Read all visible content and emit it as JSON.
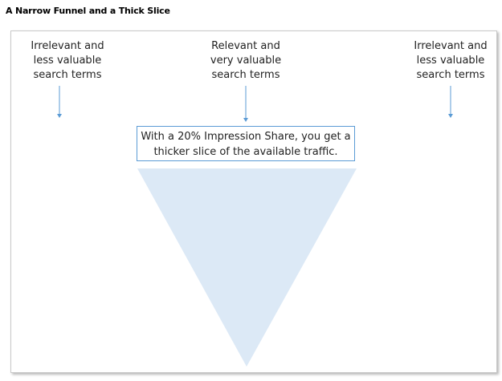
{
  "title": "A Narrow Funnel and a Thick Slice",
  "labels": {
    "left": [
      "Irrelevant and",
      "less valuable",
      "search terms"
    ],
    "middle": [
      "Relevant and",
      "very valuable",
      "search terms"
    ],
    "right": [
      "Irrelevant and",
      "less valuable",
      "search terms"
    ]
  },
  "callout": [
    "With a 20% Impression Share, you get a",
    "thicker slice of the available traffic."
  ],
  "colors": {
    "arrow": "#5b9bd5",
    "callout_border": "#5b9bd5",
    "funnel_fill": "#dce9f6"
  }
}
